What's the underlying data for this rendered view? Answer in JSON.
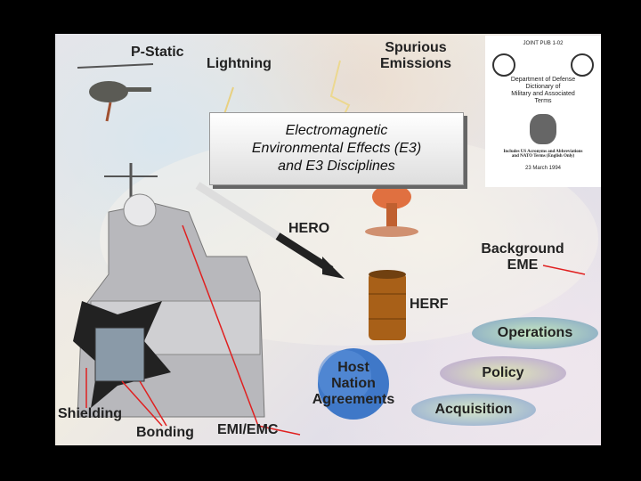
{
  "title": {
    "line1": "Electromagnetic",
    "line2": "Environmental Effects (E3)",
    "line3": "and E3 Disciplines"
  },
  "labels": {
    "p_static": "P-Static",
    "lightning": "Lightning",
    "spurious": "Spurious",
    "emissions": "Emissions",
    "hero": "HERO",
    "herf": "HERF",
    "background": "Background",
    "eme": "EME",
    "host": "Host",
    "nation": "Nation",
    "agreements": "Agreements",
    "shielding": "Shielding",
    "bonding": "Bonding",
    "emi_emc": "EMI/EMC"
  },
  "pills": {
    "operations": "Operations",
    "policy": "Policy",
    "acquisition": "Acquisition"
  },
  "document": {
    "header": "JOINT PUB 1-02",
    "title1": "Department of Defense",
    "title2": "Dictionary of",
    "title3": "Military and Associated",
    "title4": "Terms",
    "note1": "Includes US Acronyms and Abbreviations",
    "note2": "and NATO Terms (English Only)",
    "date": "23 March 1994"
  },
  "colors": {
    "operations": "#7fa0c8",
    "policy": "#b7a0d8",
    "acquisition": "#8ea6d6",
    "leader_line": "#e02020"
  }
}
